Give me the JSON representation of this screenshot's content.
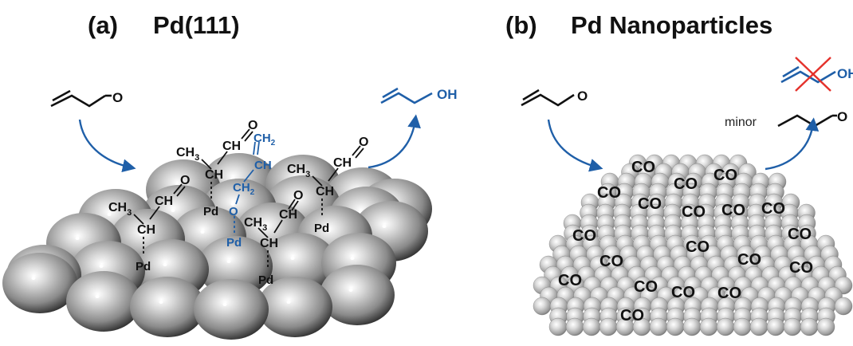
{
  "panel_a": {
    "label": "(a)",
    "title": "Pd(111)",
    "reactant_o": "O",
    "product_oh": "OH",
    "adsorbates": [
      {
        "c1": "CH",
        "c2": "CH",
        "c3": "CH",
        "o": "O",
        "m": "Pd"
      },
      {
        "c1": "CH",
        "c2": "CH",
        "c3": "CH",
        "o": "O",
        "m": "Pd"
      },
      {
        "c1": "CH",
        "c2": "CH",
        "c3": "CH",
        "o": "O",
        "m": "Pd"
      }
    ],
    "methyl": "CH",
    "sub3": "3",
    "sub2": "2",
    "blue_ch2_top": "CH",
    "blue_ch": "CH",
    "blue_ch2_mid": "CH",
    "blue_o": "O",
    "blue_pd": "Pd"
  },
  "panel_b": {
    "label": "(b)",
    "title": "Pd Nanoparticles",
    "reactant_o": "O",
    "minor_label": "minor",
    "product_o": "O",
    "crossed_oh": "OH",
    "co_label": "CO"
  },
  "colors": {
    "blue": "#1f5fa8",
    "red": "#e4312b",
    "black": "#111111"
  }
}
